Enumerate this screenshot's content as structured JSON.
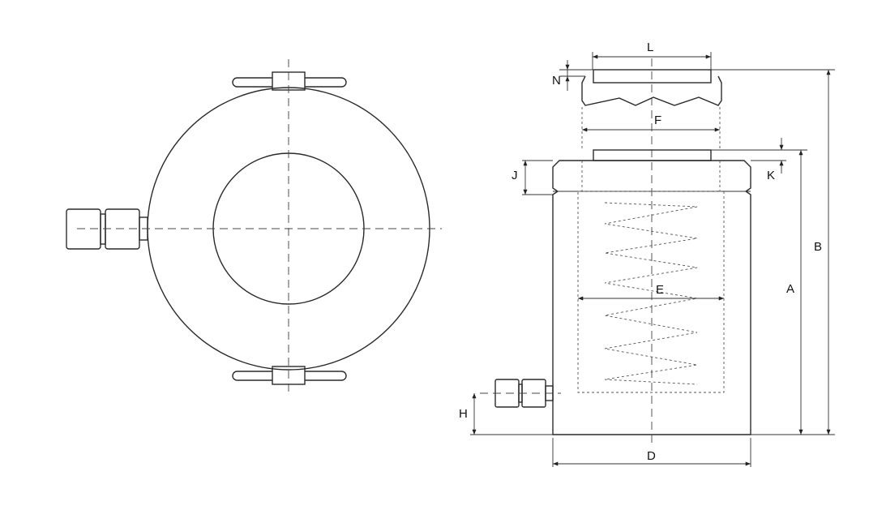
{
  "dimension_labels": {
    "L": "L",
    "N": "N",
    "F": "F",
    "J": "J",
    "K": "K",
    "B": "B",
    "A": "A",
    "E": "E",
    "H": "H",
    "D": "D"
  }
}
